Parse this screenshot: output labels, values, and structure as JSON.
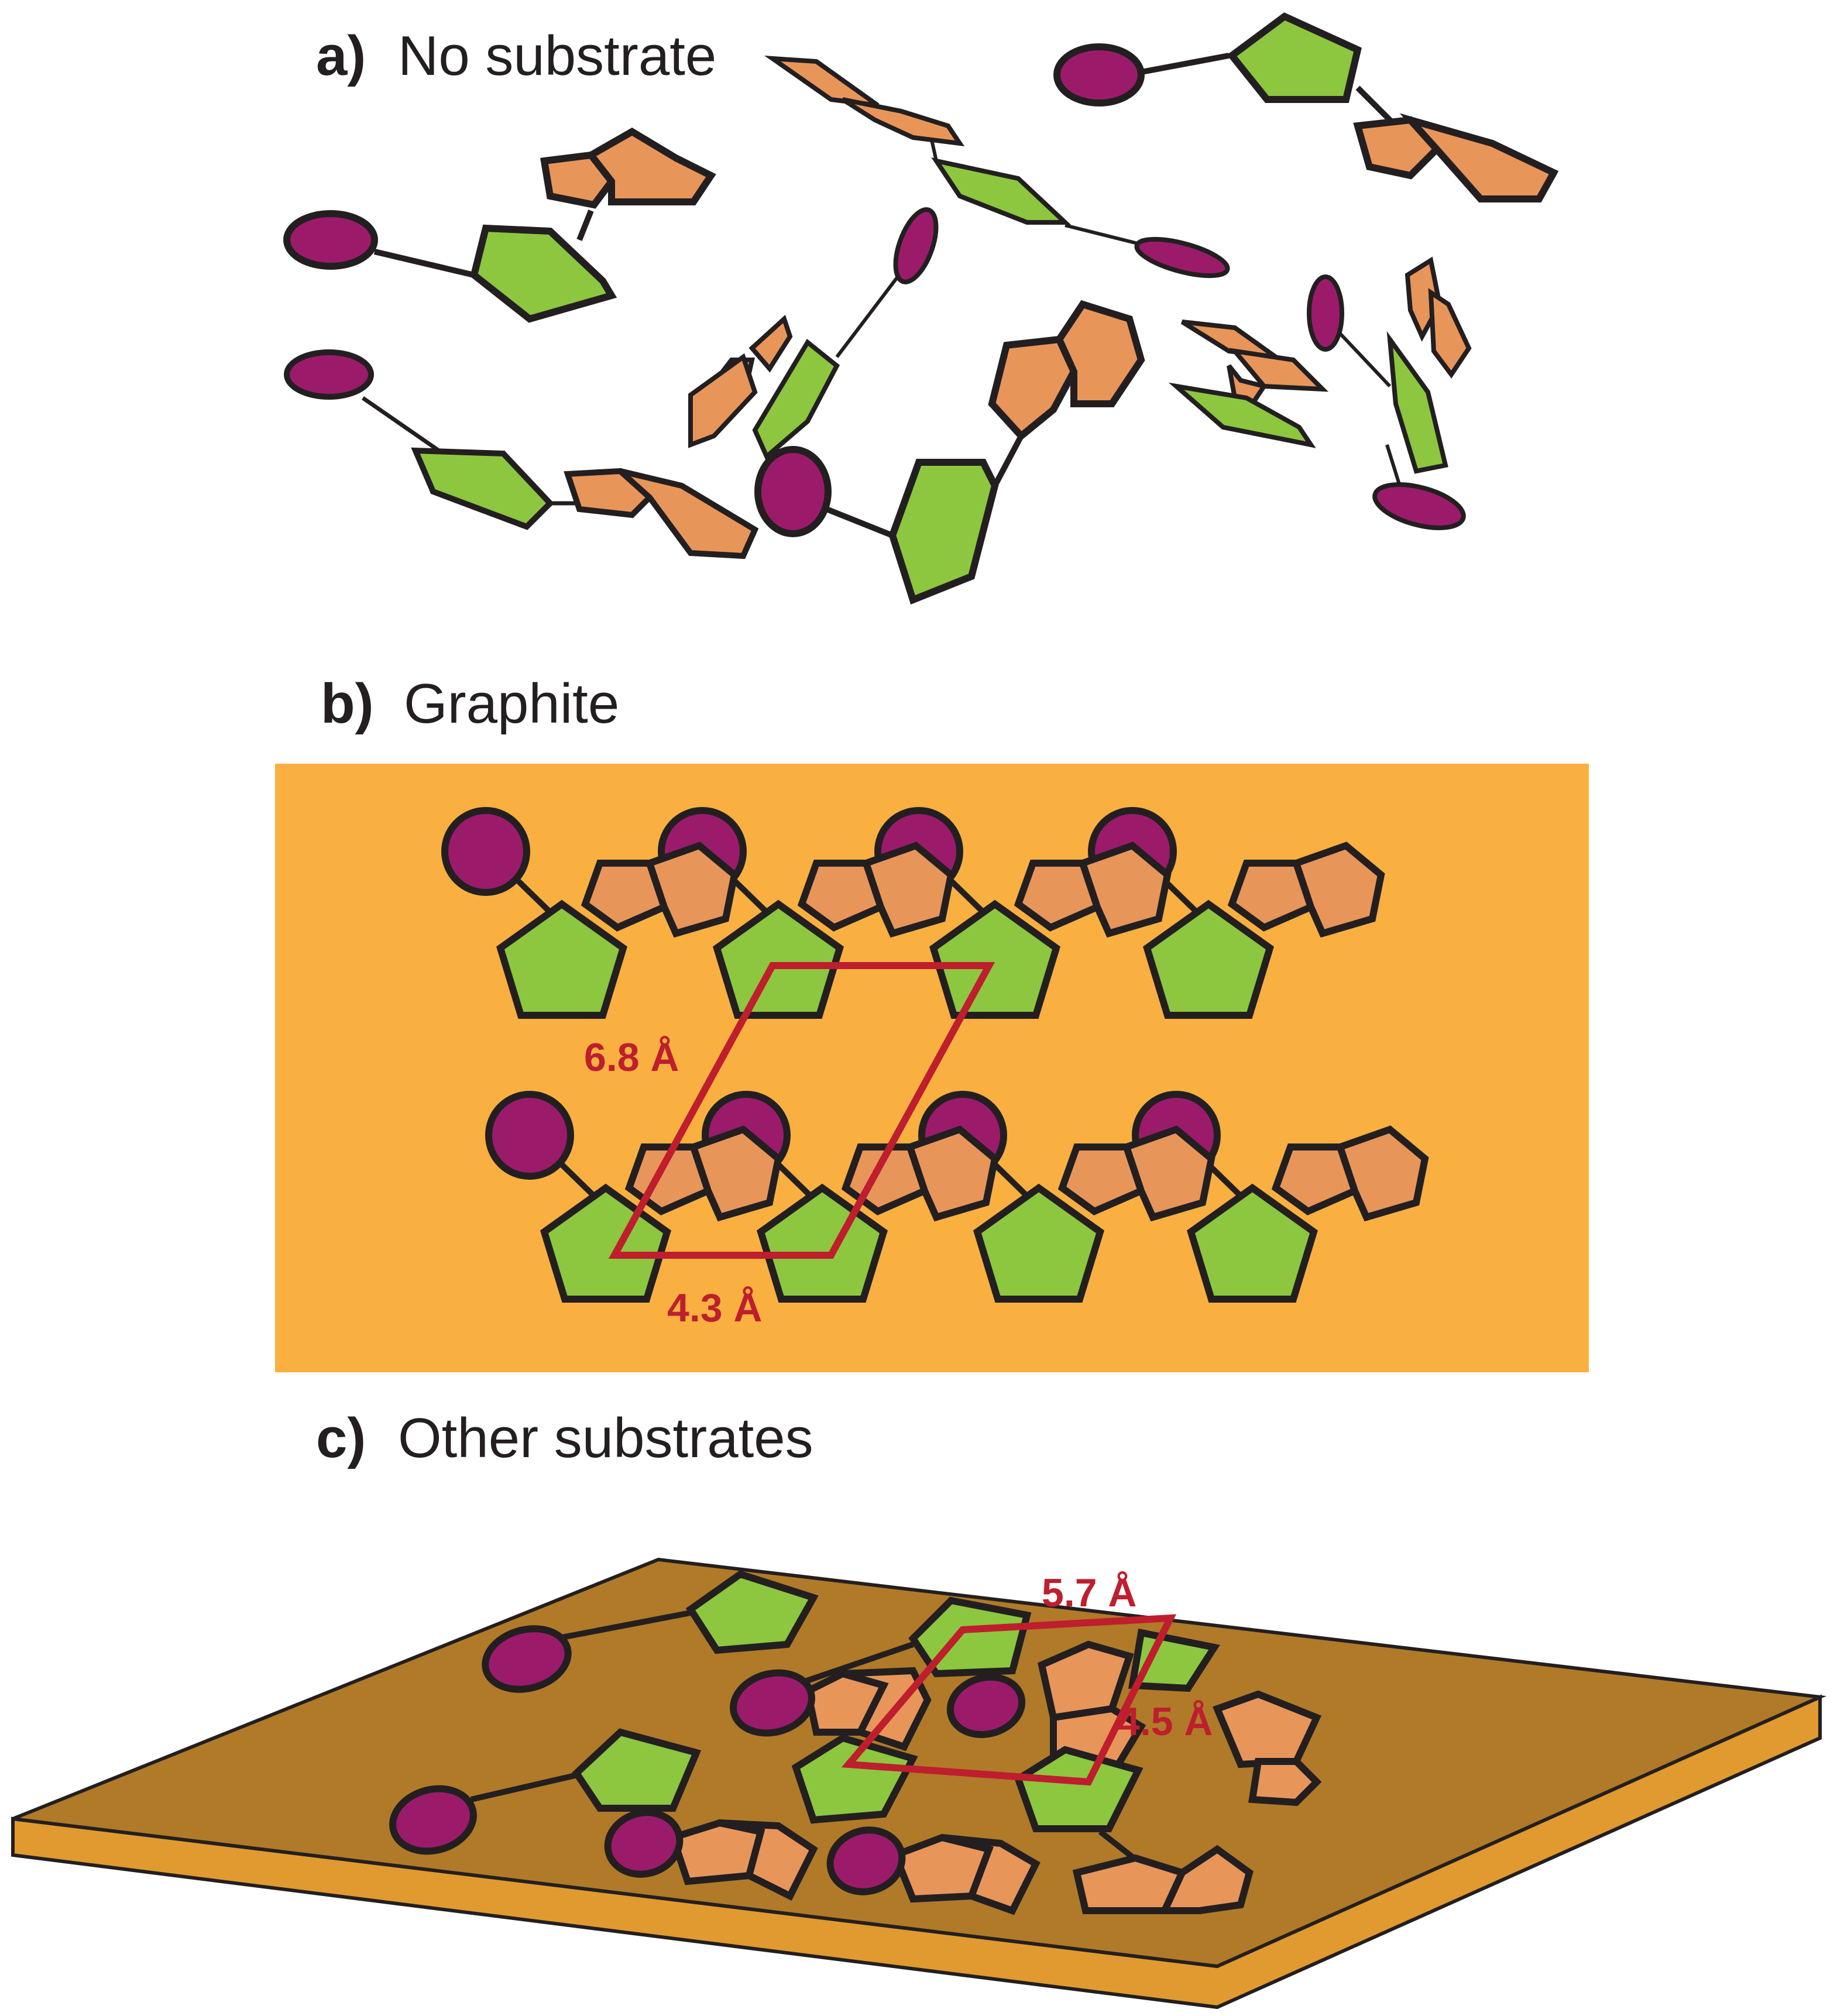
{
  "panels": {
    "a": {
      "letter": "a)",
      "title": "No substrate"
    },
    "b": {
      "letter": "b)",
      "title": "Graphite",
      "dim1": "6.8 Å",
      "dim2": "4.3 Å"
    },
    "c": {
      "letter": "c)",
      "title": "Other substrates",
      "dim1": "5.7 Å",
      "dim2": "4.5 Å"
    }
  },
  "colors": {
    "phosphate": "#9b1b6a",
    "sugar": "#8dc63f",
    "base": "#e8955a",
    "outline": "#231f20",
    "graphite": "#f9b040",
    "substrate_top": "#b07a28",
    "substrate_side": "#e09a30",
    "unit_cell": "#be1e2d"
  }
}
